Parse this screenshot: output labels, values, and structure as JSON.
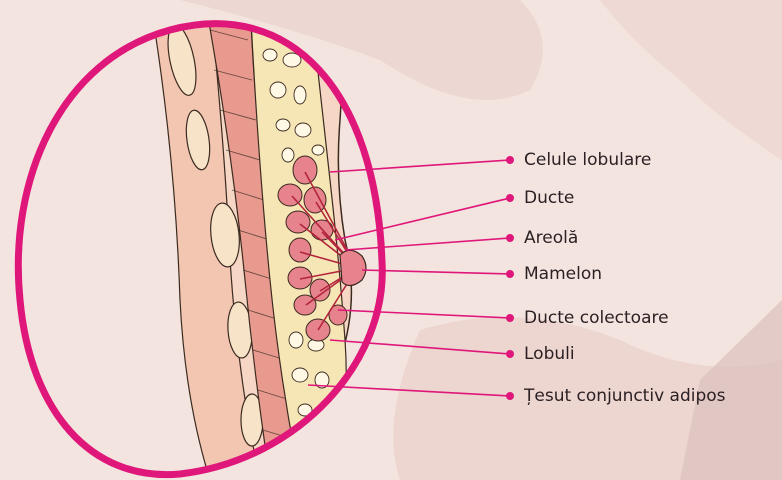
{
  "diagram": {
    "labels": [
      "Celule lobulare",
      "Ducte",
      "Areolă",
      "Mamelon",
      "Ducte colectoare",
      "Lobuli",
      "Țesut conjunctiv adipos"
    ]
  },
  "colors": {
    "background": "#f3e4df",
    "circle_outline": "#e0177a",
    "leader_line": "#e0177a",
    "skin": "#f6d6c4",
    "muscle": "#e99a8e",
    "fat": "#f7e6b5",
    "lobule": "#e7838c",
    "duct": "#b3253c",
    "outline": "#3b2a20"
  }
}
